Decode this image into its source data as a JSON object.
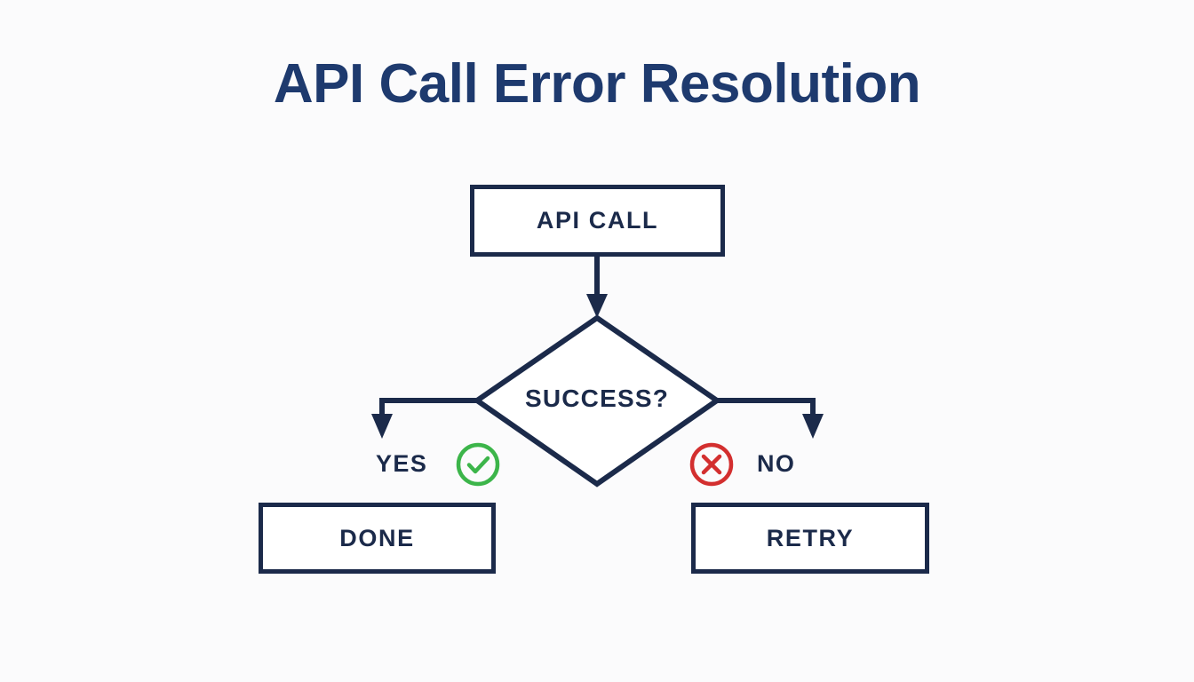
{
  "diagram": {
    "title": "API Call Error Resolution",
    "background_color": "#fbfbfc",
    "stroke_color": "#1b2a4a",
    "title_color": "#1e3a6e",
    "success_color": "#3cb54a",
    "error_color": "#d32f2f"
  },
  "nodes": {
    "start": {
      "label": "API CALL",
      "shape": "rectangle"
    },
    "decision": {
      "label": "SUCCESS?",
      "shape": "diamond"
    },
    "success_end": {
      "label": "DONE",
      "shape": "rectangle"
    },
    "failure_end": {
      "label": "RETRY",
      "shape": "rectangle"
    }
  },
  "branches": {
    "yes": {
      "label": "YES",
      "icon": "circle-check-icon",
      "icon_color": "#3cb54a"
    },
    "no": {
      "label": "NO",
      "icon": "circle-x-icon",
      "icon_color": "#d32f2f"
    }
  }
}
